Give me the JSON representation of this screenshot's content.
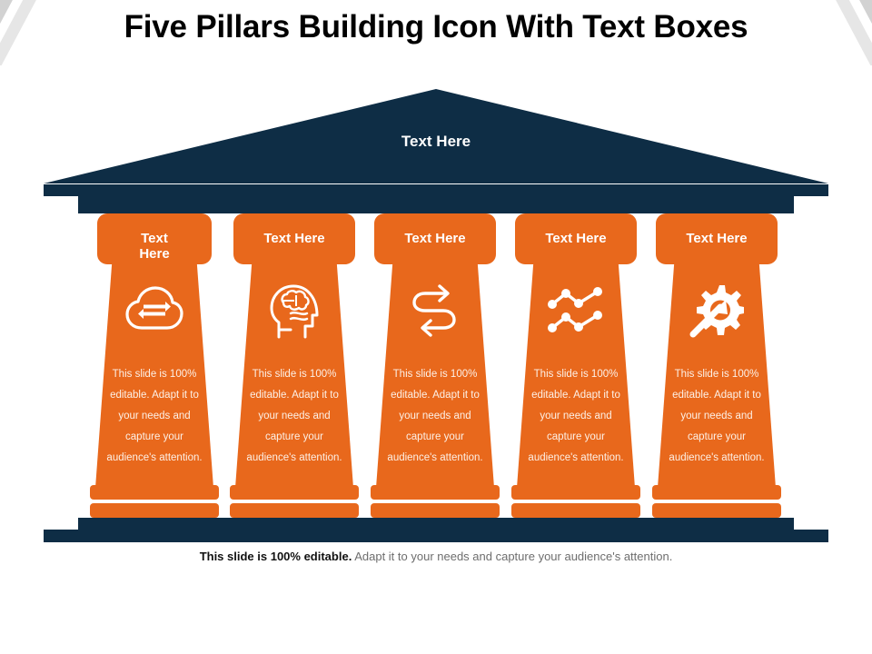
{
  "slide": {
    "title": "Five Pillars Building Icon With Text Boxes",
    "colors": {
      "navy": "#0E2D45",
      "orange": "#E8681C",
      "white": "#FFFFFF",
      "body_text": "#FDF0E6",
      "caption_gray": "#6E6E6E",
      "title_black": "#010101"
    }
  },
  "decorations": {
    "top_left_icon": "diagonal-stripes-icon",
    "top_right_icon": "diagonal-stripes-icon"
  },
  "pediment": {
    "label": "Text Here"
  },
  "pillars": [
    {
      "capital_label": "Text Here",
      "icon": "cloud-sync-icon",
      "body": "This slide is 100% editable. Adapt it to your needs and capture your audience's attention."
    },
    {
      "capital_label": "Text Here",
      "icon": "head-brain-icon",
      "body": "This slide is 100% editable. Adapt it to your needs and capture your audience's attention."
    },
    {
      "capital_label": "Text Here",
      "icon": "s-curve-arrows-icon",
      "body": "This slide is 100% editable. Adapt it to your needs and capture your audience's attention."
    },
    {
      "capital_label": "Text Here",
      "icon": "line-graph-icon",
      "body": "This slide is 100% editable. Adapt it to your needs and capture your audience's attention."
    },
    {
      "capital_label": "Text Here",
      "icon": "gear-arrow-icon",
      "body": "This slide is 100% editable. Adapt it to your needs and capture your audience's attention."
    }
  ],
  "caption": {
    "lead": "This slide is 100% editable.",
    "rest": " Adapt it to your needs and capture your audience's attention."
  }
}
